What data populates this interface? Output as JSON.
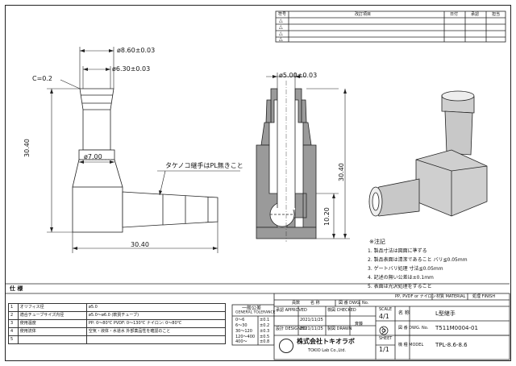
{
  "dimensions": {
    "d_outer_top": "ø8.60±0.03",
    "d_inner_top": "ø6.30±0.03",
    "chamfer": "C=0.2",
    "d_mid": "ø7.00",
    "height_left": "30.40",
    "width_bottom": "30.40",
    "d_section": "ø5.00±0.03",
    "height_section": "30.40",
    "height_lower": "10.20"
  },
  "callout": "タケノコ継手はPL無きこと",
  "revision_table": {
    "headers": [
      "符号",
      "改訂項目",
      "日付",
      "承認",
      "担当"
    ],
    "rows": [
      "△",
      "△",
      "△",
      "△"
    ]
  },
  "notes": {
    "title": "※注記",
    "items": [
      "1. 製品寸法は図面に準ずる",
      "2. 製品表面は清潔であること バリ≦0.05mm",
      "3. ゲートバリ処理 寸法≦0.05mm",
      "4. 記述の無い公差は±0.1mm",
      "5. 表面は光沢処理をすること"
    ]
  },
  "spec": {
    "title": "仕 様",
    "rows": [
      {
        "no": "1",
        "label": "オリフィス径",
        "value": "ø5.0"
      },
      {
        "no": "2",
        "label": "適合チューブサイズ内径",
        "value": "ø5.0～ø6.0 (軟質チューブ)"
      },
      {
        "no": "3",
        "label": "使用温度",
        "value": "PP: 0～80℃  PVDF: 0～130℃  ナイロン: 0～80℃"
      },
      {
        "no": "4",
        "label": "使用流体",
        "value": "空気・液体・水道水  外部薬品性を確認のこと"
      },
      {
        "no": "5",
        "label": "",
        "value": ""
      }
    ]
  },
  "tolerance": {
    "title": "一般公差",
    "subtitle": "GENERAL TOLERANCE",
    "rows": [
      {
        "range": "0～6",
        "tol": "±0.1"
      },
      {
        "range": "6～30",
        "tol": "±0.2"
      },
      {
        "range": "30～120",
        "tol": "±0.3"
      },
      {
        "range": "120～400",
        "tol": "±0.5"
      },
      {
        "range": "400～",
        "tol": "±0.8"
      }
    ]
  },
  "title_block": {
    "material_label": "材質 MATERIAL",
    "material": "PP, PVDF or ナイロン",
    "finish_label": "処理 FINISH",
    "qty_label": "員数",
    "name_label": "名 称",
    "drw_no_label": "図 番 DWG. No.",
    "approved_label": "承認 APPROVED",
    "checked_label": "検図 CHECKED",
    "designed_label": "設計 DESIGNED",
    "drawn_label": "製図 DRAWN",
    "date": "2021/11/25",
    "drawn_by": "斉藤",
    "scale_label": "SCALE",
    "scale": "4/1",
    "sheet_label": "SHEET",
    "sheet": "1/1",
    "name_value": "L型継手",
    "dwg_no_label": "図 番 DWG. No.",
    "dwg_no": "T511M0004-01",
    "model_label": "機 種 MODEL",
    "model": "TPL-8.6-8.6",
    "company": "株式会社トキオラボ",
    "company_en": "TOKIO Lab Co.,Ltd."
  }
}
